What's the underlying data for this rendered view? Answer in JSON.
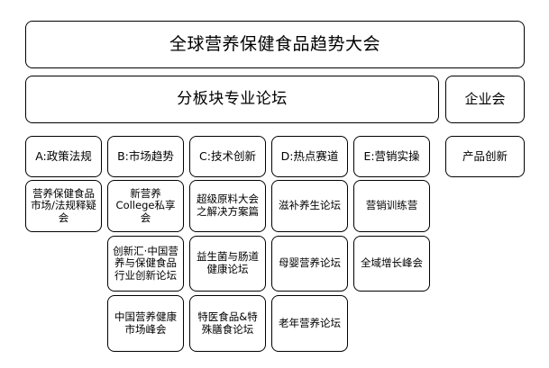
{
  "diagram": {
    "title": "全球营养保健食品趋势大会",
    "subtitle_left": "分板块专业论坛",
    "subtitle_right": "企业会",
    "columns": [
      {
        "header": "A:政策法规",
        "cells": [
          "营养保健食品市场/法规释疑会"
        ]
      },
      {
        "header": "B:市场趋势",
        "cells": [
          "新营养College私享会",
          "创新汇·中国营养与保健食品行业创新论坛",
          "中国营养健康市场峰会"
        ]
      },
      {
        "header": "C:技术创新",
        "cells": [
          "超级原料大会之解决方案篇",
          "益生菌与肠道健康论坛",
          "特医食品&特殊膳食论坛"
        ]
      },
      {
        "header": "D:热点赛道",
        "cells": [
          "滋补养生论坛",
          "母婴营养论坛",
          "老年营养论坛"
        ]
      },
      {
        "header": "E:营销实操",
        "cells": [
          "营销训练营",
          "全域增长峰会"
        ]
      },
      {
        "header": "产品创新",
        "cells": []
      }
    ]
  },
  "colors": {
    "border": "#000000",
    "text": "#000000",
    "background": "#ffffff"
  }
}
